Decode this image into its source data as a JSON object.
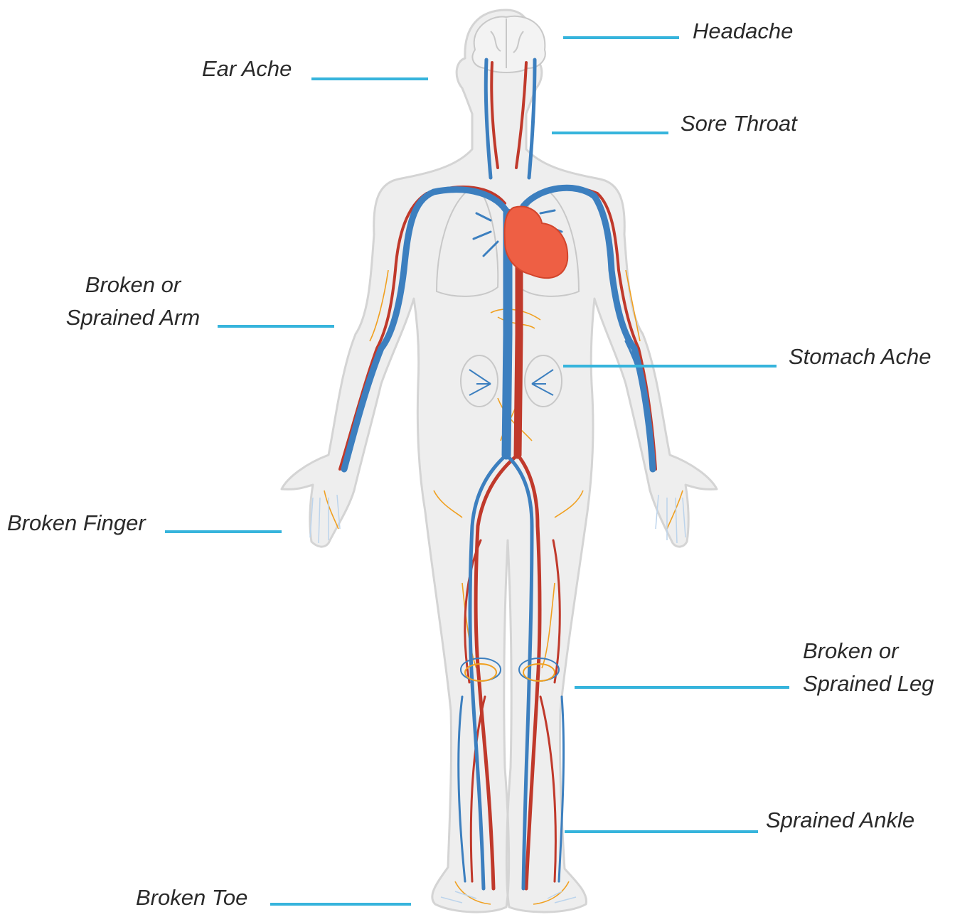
{
  "colors": {
    "leader_line": "#36b4dc",
    "label_text": "#2a2a2a",
    "skin": "#eeeeee",
    "skin_outline": "#d4d4d4",
    "vein": "#3c7fbf",
    "artery": "#c0392b",
    "heart": "#ee5f44",
    "nerve": "#f0a020"
  },
  "labels": {
    "headache": "Headache",
    "ear_ache": "Ear Ache",
    "sore_throat": "Sore Throat",
    "broken_arm_line1": "Broken or",
    "broken_arm_line2": "Sprained Arm",
    "stomach_ache": "Stomach Ache",
    "broken_finger": "Broken Finger",
    "broken_leg_line1": "Broken or",
    "broken_leg_line2": "Sprained Leg",
    "sprained_ankle": "Sprained Ankle",
    "broken_toe": "Broken Toe"
  },
  "icons": {
    "figure": "human-circulatory-system-icon"
  }
}
